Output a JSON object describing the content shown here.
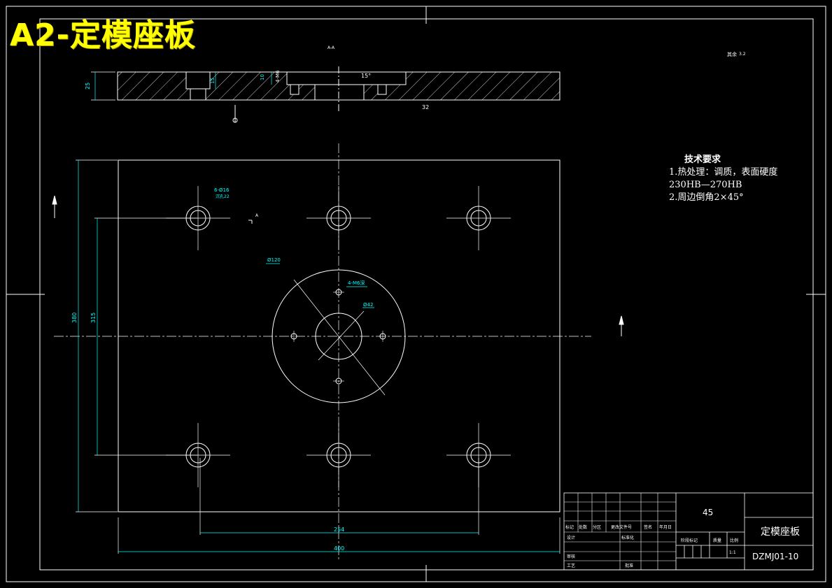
{
  "sheet_title": "A2-定模座板",
  "section_label": "A-A",
  "roughness_note": "其余",
  "roughness_value": "3.2",
  "dims": {
    "thickness": "25",
    "counterbore_depth": "15",
    "depth_small": "10",
    "thread_note": "4-M6",
    "chamfer": "15°",
    "height_380": "380",
    "height_315": "315",
    "width_254": "254",
    "width_400": "400",
    "hole_note": "6-Ø16",
    "hole_sub": "沉孔22",
    "dia_120": "Ø120",
    "dia_42": "Ø42",
    "thread_note_2": "4-M6深",
    "surface_32": "32",
    "view_arrow": "A"
  },
  "tech": {
    "heading": "技术要求",
    "line1": "1.热处理：调质，表面硬度",
    "line2": "230HB—270HB",
    "line3": "2.周边倒角2×45°"
  },
  "title_block": {
    "material": "45",
    "part_name": "定模座板",
    "drawing_no": "DZMJ01-10",
    "scale": "1:1",
    "hdr_mark": "标记",
    "hdr_count": "处数",
    "hdr_zone": "分区",
    "hdr_doc": "更改文件号",
    "hdr_sign": "签名",
    "hdr_date": "年月日",
    "row_design": "设计",
    "row_standard": "标准化",
    "row_review": "审核",
    "row_process": "工艺",
    "row_approve": "批准",
    "stage": "阶段标记",
    "weight": "质量",
    "ratio": "比例"
  }
}
